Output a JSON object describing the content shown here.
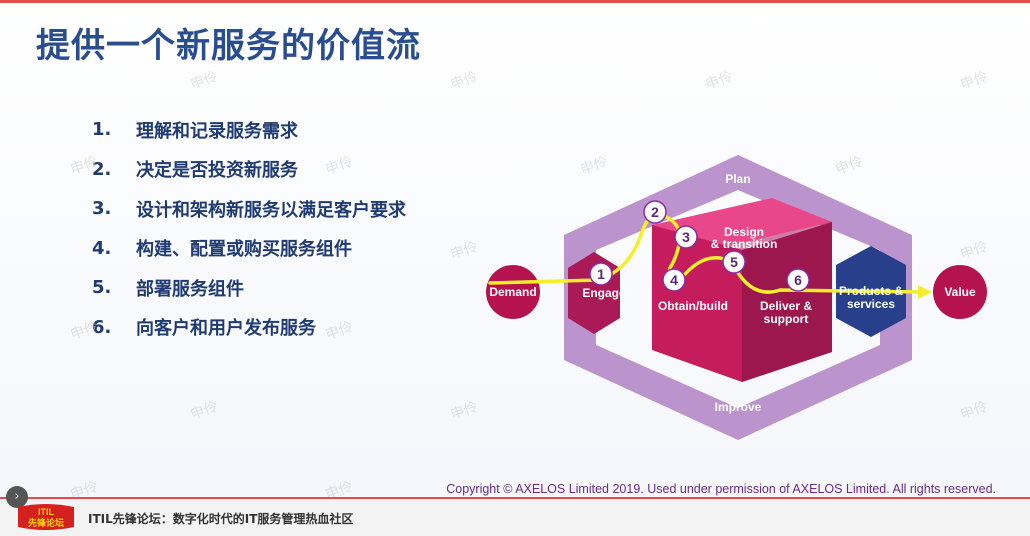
{
  "title": "提供一个新服务的价值流",
  "steps": [
    {
      "num": "1.",
      "text": "理解和记录服务需求"
    },
    {
      "num": "2.",
      "text": "决定是否投资新服务"
    },
    {
      "num": "3.",
      "text": "设计和架构新服务以满足客户要求"
    },
    {
      "num": "4.",
      "text": "构建、配置或购买服务组件"
    },
    {
      "num": "5.",
      "text": "部署服务组件"
    },
    {
      "num": "6.",
      "text": "向客户和用户发布服务"
    }
  ],
  "watermark": "申伶",
  "diagram": {
    "plan": "Plan",
    "improve": "Improve",
    "design_line1": "Design",
    "design_line2": "& transition",
    "engage": "Engage",
    "obtain": "Obtain/build",
    "deliver_line1": "Deliver &",
    "deliver_line2": "support",
    "products_line1": "Products &",
    "products_line2": "services",
    "demand": "Demand",
    "value": "Value",
    "markers": [
      "1",
      "2",
      "3",
      "4",
      "5",
      "6"
    ],
    "colors": {
      "outer": "#b58ac9",
      "cube_front": "#c41c5c",
      "cube_right": "#8e1646",
      "cube_top": "#e8478a",
      "engage": "#a91a57",
      "products": "#283f8c",
      "endpoints": "#b4134f",
      "path": "#f6ee2a"
    }
  },
  "copyright": "Copyright © AXELOS Limited 2019. Used under permission of AXELOS Limited. All rights reserved.",
  "footer": {
    "logo_line1": "ITIL",
    "logo_line2": "先锋论坛",
    "text": "ITIL先锋论坛：数字化时代的IT服务管理热血社区"
  },
  "nav": {
    "corner": "›"
  }
}
